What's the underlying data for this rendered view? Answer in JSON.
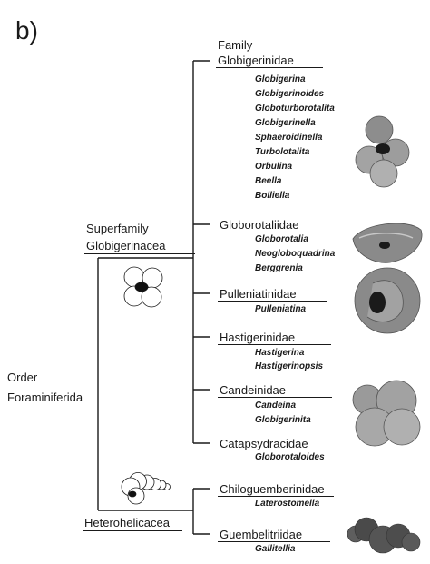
{
  "panel_label": "b)",
  "order": {
    "line1": "Order",
    "line2": "Foraminiferida"
  },
  "superfamilies": [
    {
      "line1": "Superfamily",
      "line2": "Globigerinacea"
    },
    {
      "line1": "Heterohelicacea"
    }
  ],
  "families": [
    {
      "line1": "Family",
      "line2": "Globigerinidae",
      "genera": [
        "Globigerina",
        "Globigerinoides",
        "Globoturborotalita",
        "Globigerinella",
        "Sphaeroidinella",
        "Turbolotalita",
        "Orbulina",
        "Beella",
        "Bolliella"
      ]
    },
    {
      "name": "Globorotaliidae",
      "genera": [
        "Globorotalia",
        "Neogloboquadrina",
        "Berggrenia"
      ]
    },
    {
      "name": "Pulleniatinidae",
      "genera": [
        "Pulleniatina"
      ]
    },
    {
      "name": "Hastigerinidae",
      "genera": [
        "Hastigerina",
        "Hastigerinopsis"
      ]
    },
    {
      "name": "Candeinidae",
      "genera": [
        "Candeina",
        "Globigerinita"
      ]
    },
    {
      "name": "Catapsydracidae",
      "genera": [
        "Globorotaloides"
      ]
    },
    {
      "name": "Chiloguemberinidae",
      "genera": [
        "Laterostomella"
      ]
    },
    {
      "name": "Guembelitriidae",
      "genera": [
        "Gallitellia"
      ]
    }
  ],
  "colors": {
    "line": "#1a1a1a",
    "shell": "#9a9a9a"
  },
  "icons": [
    "globigerina-shell-icon",
    "globorotalia-shell-icon",
    "pulleniatina-shell-icon",
    "candeina-shell-icon",
    "guembelitria-shell-icon",
    "globigerinacea-schematic-icon",
    "heterohelicacea-schematic-icon"
  ]
}
